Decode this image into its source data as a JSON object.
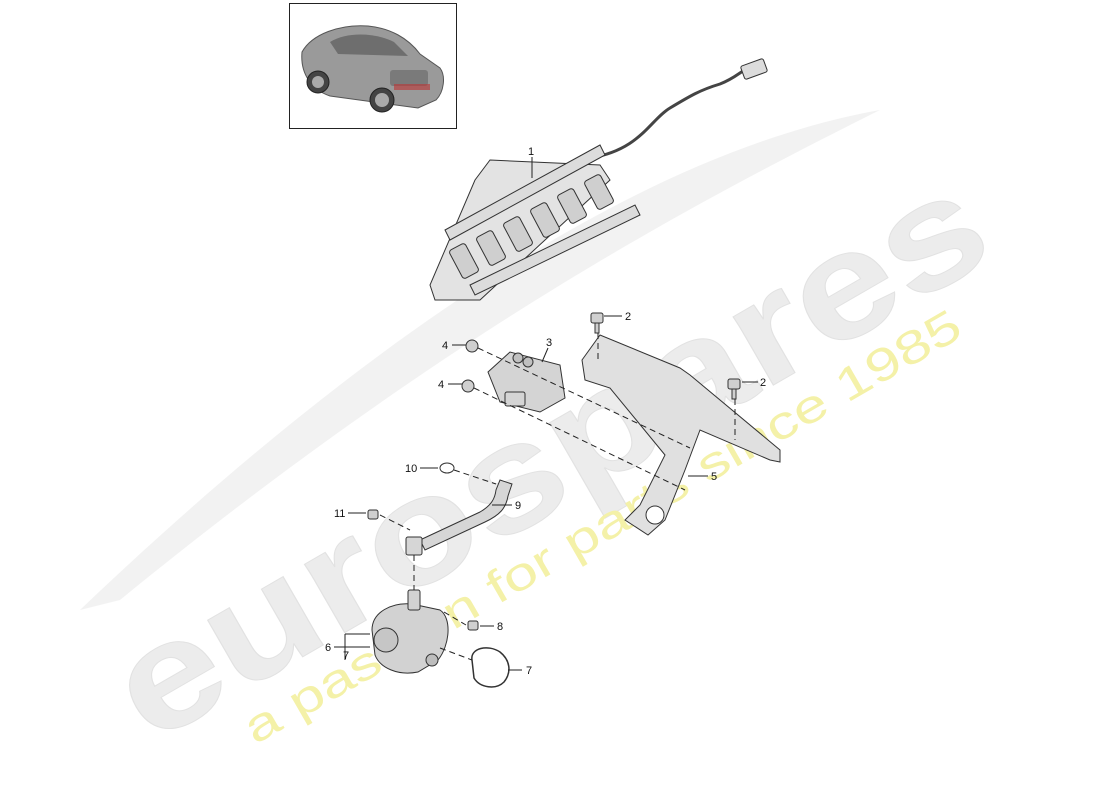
{
  "watermark": {
    "brand": "eurospares",
    "tagline": "a passion for parts since 1985",
    "brand_color": "#e8e8e8",
    "tagline_color": "#f2efa0"
  },
  "thumbnail": {
    "icon": "car-rear-view-icon"
  },
  "callouts": [
    {
      "id": "c1",
      "label": "1"
    },
    {
      "id": "c2a",
      "label": "2"
    },
    {
      "id": "c2b",
      "label": "2"
    },
    {
      "id": "c3",
      "label": "3"
    },
    {
      "id": "c4a",
      "label": "4"
    },
    {
      "id": "c4b",
      "label": "4"
    },
    {
      "id": "c5",
      "label": "5"
    },
    {
      "id": "c6",
      "label": "6"
    },
    {
      "id": "c6b",
      "label": "7"
    },
    {
      "id": "c7",
      "label": "7"
    },
    {
      "id": "c8",
      "label": "8"
    },
    {
      "id": "c9",
      "label": "9"
    },
    {
      "id": "c10",
      "label": "10"
    },
    {
      "id": "c11",
      "label": "11"
    }
  ],
  "colors": {
    "part_fill": "#d9d9d9",
    "part_stroke": "#333333",
    "line": "#222222"
  }
}
